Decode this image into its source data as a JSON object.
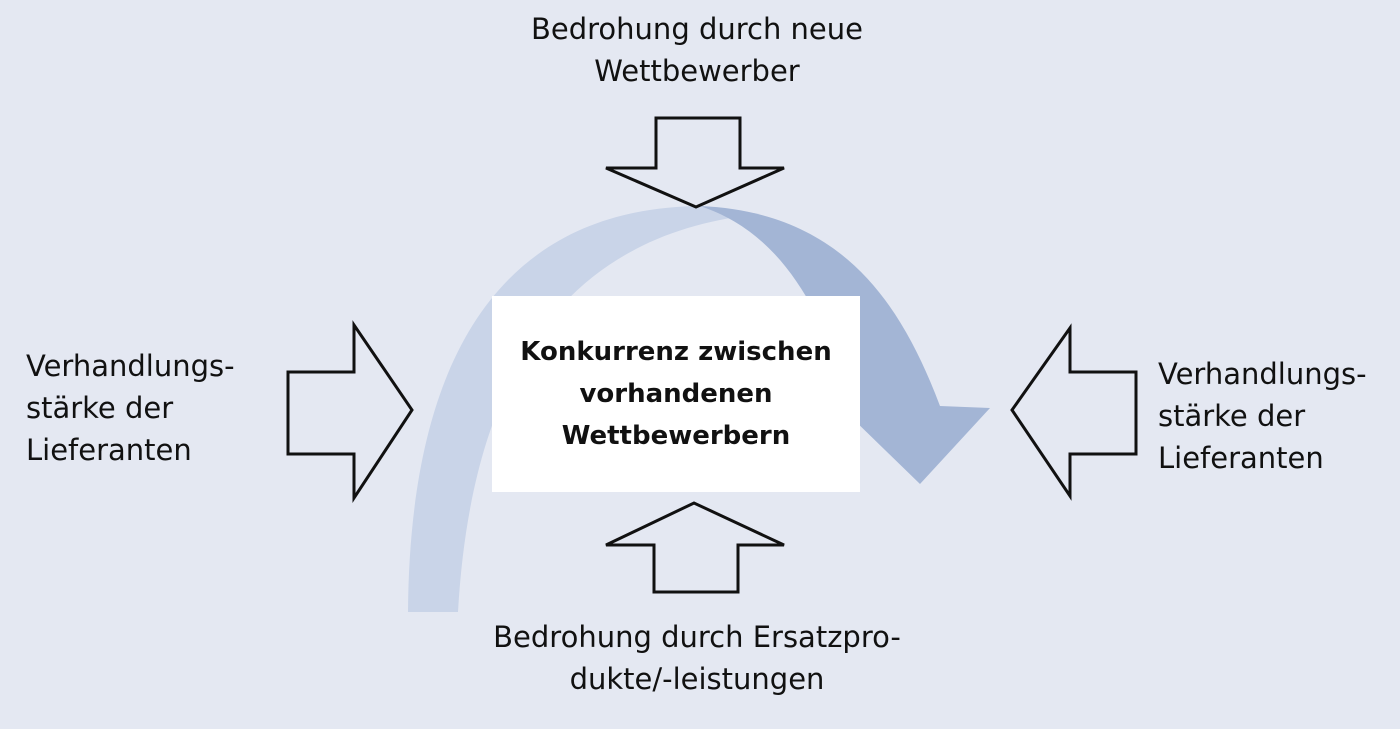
{
  "colors": {
    "background": "#e4e8f2",
    "curve_light": "#c9d4e8",
    "curve_dark": "#a3b5d5",
    "box": "#ffffff",
    "stroke": "#111111"
  },
  "nodes": {
    "top": [
      "Bedrohung durch neue",
      "Wettbewerber"
    ],
    "left": [
      "Verhandlungs-",
      "stärke der",
      "Lieferanten"
    ],
    "right": [
      "Verhandlungs-",
      "stärke der",
      "Lieferanten"
    ],
    "bottom": [
      "Bedrohung durch Ersatzpro-",
      "dukte/-leistungen"
    ],
    "center": [
      "Konkurrenz zwischen",
      "vorhandenen",
      "Wettbewerbern"
    ]
  },
  "edges": [
    {
      "from": "top",
      "to": "center",
      "shape": "outline-block-arrow"
    },
    {
      "from": "bottom",
      "to": "center",
      "shape": "outline-block-arrow"
    },
    {
      "from": "left",
      "to": "center",
      "shape": "outline-block-arrow"
    },
    {
      "from": "right",
      "to": "center",
      "shape": "outline-block-arrow"
    },
    {
      "from": "left",
      "to": "right",
      "shape": "curved-flow-arrow"
    }
  ]
}
